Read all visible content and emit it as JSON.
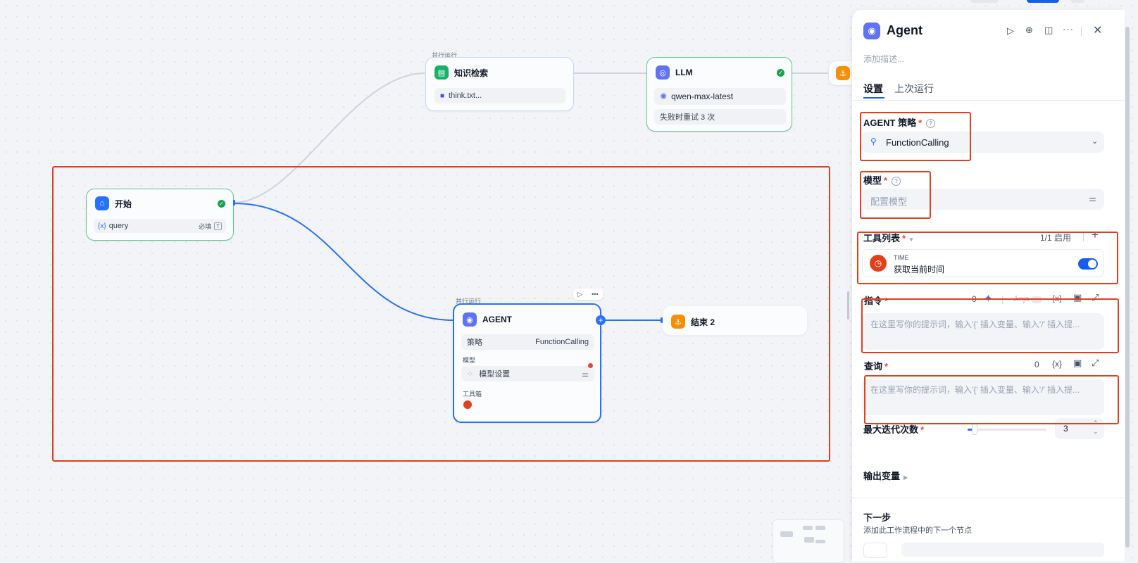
{
  "canvas": {
    "start_node": {
      "title": "开始",
      "var_name": "query",
      "required": "必填"
    },
    "knowledge_node": {
      "badge": "并行运行",
      "title": "知识检索",
      "file": "think.txt..."
    },
    "llm_node": {
      "title": "LLM",
      "model": "qwen-max-latest",
      "retry": "失败时重试 3 次"
    },
    "agent_node": {
      "badge": "并行运行",
      "title": "AGENT",
      "strategy_label": "策略",
      "strategy_value": "FunctionCalling",
      "model_label": "模型",
      "model_value": "模型设置",
      "toolbox_label": "工具箱"
    },
    "end_node": {
      "title": "结束 2"
    }
  },
  "panel": {
    "title": "Agent",
    "description_placeholder": "添加描述...",
    "tabs": [
      "设置",
      "上次运行"
    ],
    "active_tab": "设置",
    "strategy": {
      "label": "AGENT 策略",
      "value": "FunctionCalling"
    },
    "model": {
      "label": "模型",
      "placeholder": "配置模型"
    },
    "tools": {
      "label": "工具列表",
      "count": "1/1 启用",
      "items": [
        {
          "provider": "TIME",
          "name": "获取当前时间",
          "enabled": true
        }
      ]
    },
    "instruction": {
      "label": "指令",
      "count": "0",
      "jinja": "Jinja",
      "placeholder": "在这里写你的提示词，输入'{' 插入变量、输入'/' 插入提..."
    },
    "query": {
      "label": "查询",
      "count": "0",
      "placeholder": "在这里写你的提示词，输入'{' 插入变量、输入'/' 插入提..."
    },
    "max_iterations": {
      "label": "最大迭代次数",
      "value": "3"
    },
    "output_vars": {
      "label": "输出变量"
    },
    "next_step": {
      "title": "下一步",
      "desc": "添加此工作流程中的下一个节点"
    }
  },
  "colors": {
    "accent": "#2970ff",
    "annotation": "#e2401c",
    "success": "#16a34a",
    "agent_icon": "#6172f3",
    "llm_icon": "#6172f3",
    "knowledge_icon": "#16b364",
    "end_icon": "#f79009"
  }
}
